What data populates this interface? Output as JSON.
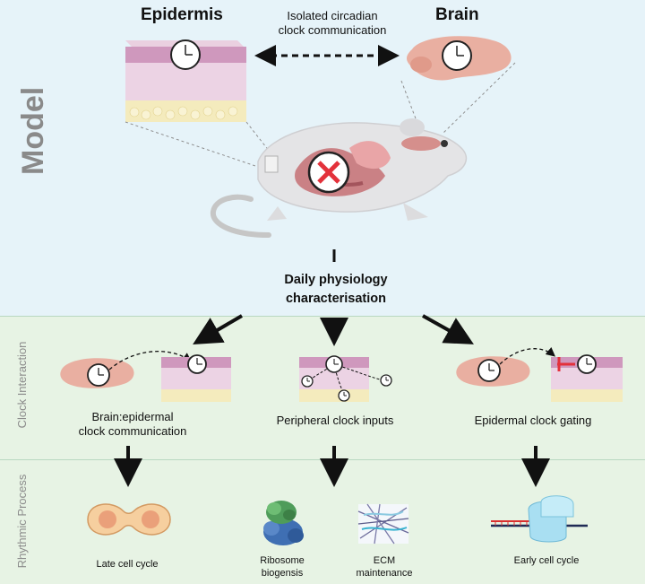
{
  "labels": {
    "epidermis": "Epidermis",
    "brain": "Brain",
    "isolated_clock": "Isolated circadian\nclock communication",
    "model": "Model",
    "daily_physiology": "Daily physiology\ncharacterisation",
    "clock_interaction": "Clock Interaction",
    "rhythmic_process": "Rhythmic Process",
    "brain_epidermal": "Brain:epidermal\nclock communication",
    "peripheral_inputs": "Peripheral clock inputs",
    "epidermal_gating": "Epidermal clock gating",
    "late_cell_cycle": "Late cell cycle",
    "ribosome": "Ribosome\nbiogensis",
    "ecm": "ECM\nmaintenance",
    "early_cell_cycle": "Early cell cycle"
  },
  "colors": {
    "top_band": "#e6f3f9",
    "lower_bands": "#e7f3e4",
    "skin_pink": "#e9cbe0",
    "skin_top": "#c98db6",
    "fat_yellow": "#f3e8b5",
    "brain_pink": "#e5a99b",
    "cross_red": "#e3313b",
    "cell_orange": "#f3c08f"
  }
}
